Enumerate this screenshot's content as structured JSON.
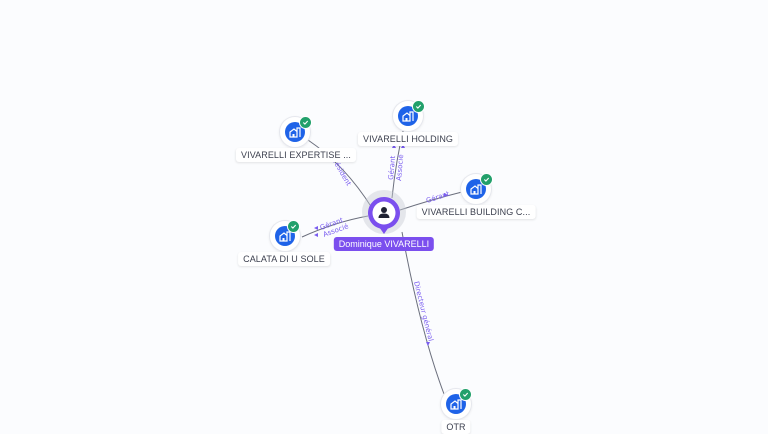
{
  "colors": {
    "company": "#1f63e8",
    "verified": "#22a06b",
    "person": "#7b4fee",
    "edge": "#6b6f7d",
    "edge_label": "#7a5df0"
  },
  "center": {
    "name": "Dominique VIVARELLI",
    "icon": "person-icon"
  },
  "companies": [
    {
      "id": "expertise",
      "name": "VIVARELLI EXPERTISE ...",
      "icon": "building-icon",
      "verified": true
    },
    {
      "id": "holding",
      "name": "VIVARELLI HOLDING",
      "icon": "building-icon",
      "verified": true
    },
    {
      "id": "building",
      "name": "VIVARELLI BUILDING C...",
      "icon": "building-icon",
      "verified": true
    },
    {
      "id": "calata",
      "name": "CALATA DI U SOLE",
      "icon": "building-icon",
      "verified": true
    },
    {
      "id": "otr",
      "name": "OTR",
      "icon": "building-icon",
      "verified": true
    }
  ],
  "relations": [
    {
      "target": "expertise",
      "roles": [
        "Président"
      ]
    },
    {
      "target": "holding",
      "roles": [
        "Gérant",
        "Associé"
      ]
    },
    {
      "target": "building",
      "roles": [
        "Gérant"
      ]
    },
    {
      "target": "calata",
      "roles": [
        "Gérant",
        "Associé"
      ]
    },
    {
      "target": "otr",
      "roles": [
        "Directeur général"
      ]
    }
  ]
}
